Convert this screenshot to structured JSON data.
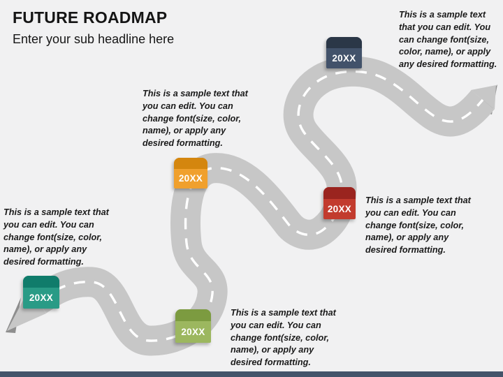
{
  "slide": {
    "title": "FUTURE ROADMAP",
    "subtitle": "Enter your sub headline here"
  },
  "colors": {
    "background": "#f1f1f2",
    "road": "#c7c7c7",
    "road_dash": "#ffffff",
    "road_end_fold": "#8e8e8e",
    "footer_bar": "#44546a",
    "title_text": "#151515",
    "body_text": "#1a1a1a"
  },
  "sample_text_lines": [
    "This is a sample text that",
    "you can edit. You can",
    "change font(size, color,",
    "name), or apply any",
    "desired formatting."
  ],
  "sample_text_lines_narrow": [
    "This is a sample text",
    "that you can edit. You",
    "can change font(size,",
    "color, name), or apply",
    "any desired formatting."
  ],
  "milestones": [
    {
      "label": "20XX",
      "color_name": "teal",
      "color_top": "#107C6B",
      "color_bottom": "#299B86"
    },
    {
      "label": "20XX",
      "color_name": "olive-green",
      "color_top": "#7C9B40",
      "color_bottom": "#9CB75F"
    },
    {
      "label": "20XX",
      "color_name": "orange",
      "color_top": "#D4860E",
      "color_bottom": "#F0A02D"
    },
    {
      "label": "20XX",
      "color_name": "dark-red",
      "color_top": "#9A241F",
      "color_bottom": "#C23B2E"
    },
    {
      "label": "20XX",
      "color_name": "navy",
      "color_top": "#2B3747",
      "color_bottom": "#42526A"
    }
  ]
}
